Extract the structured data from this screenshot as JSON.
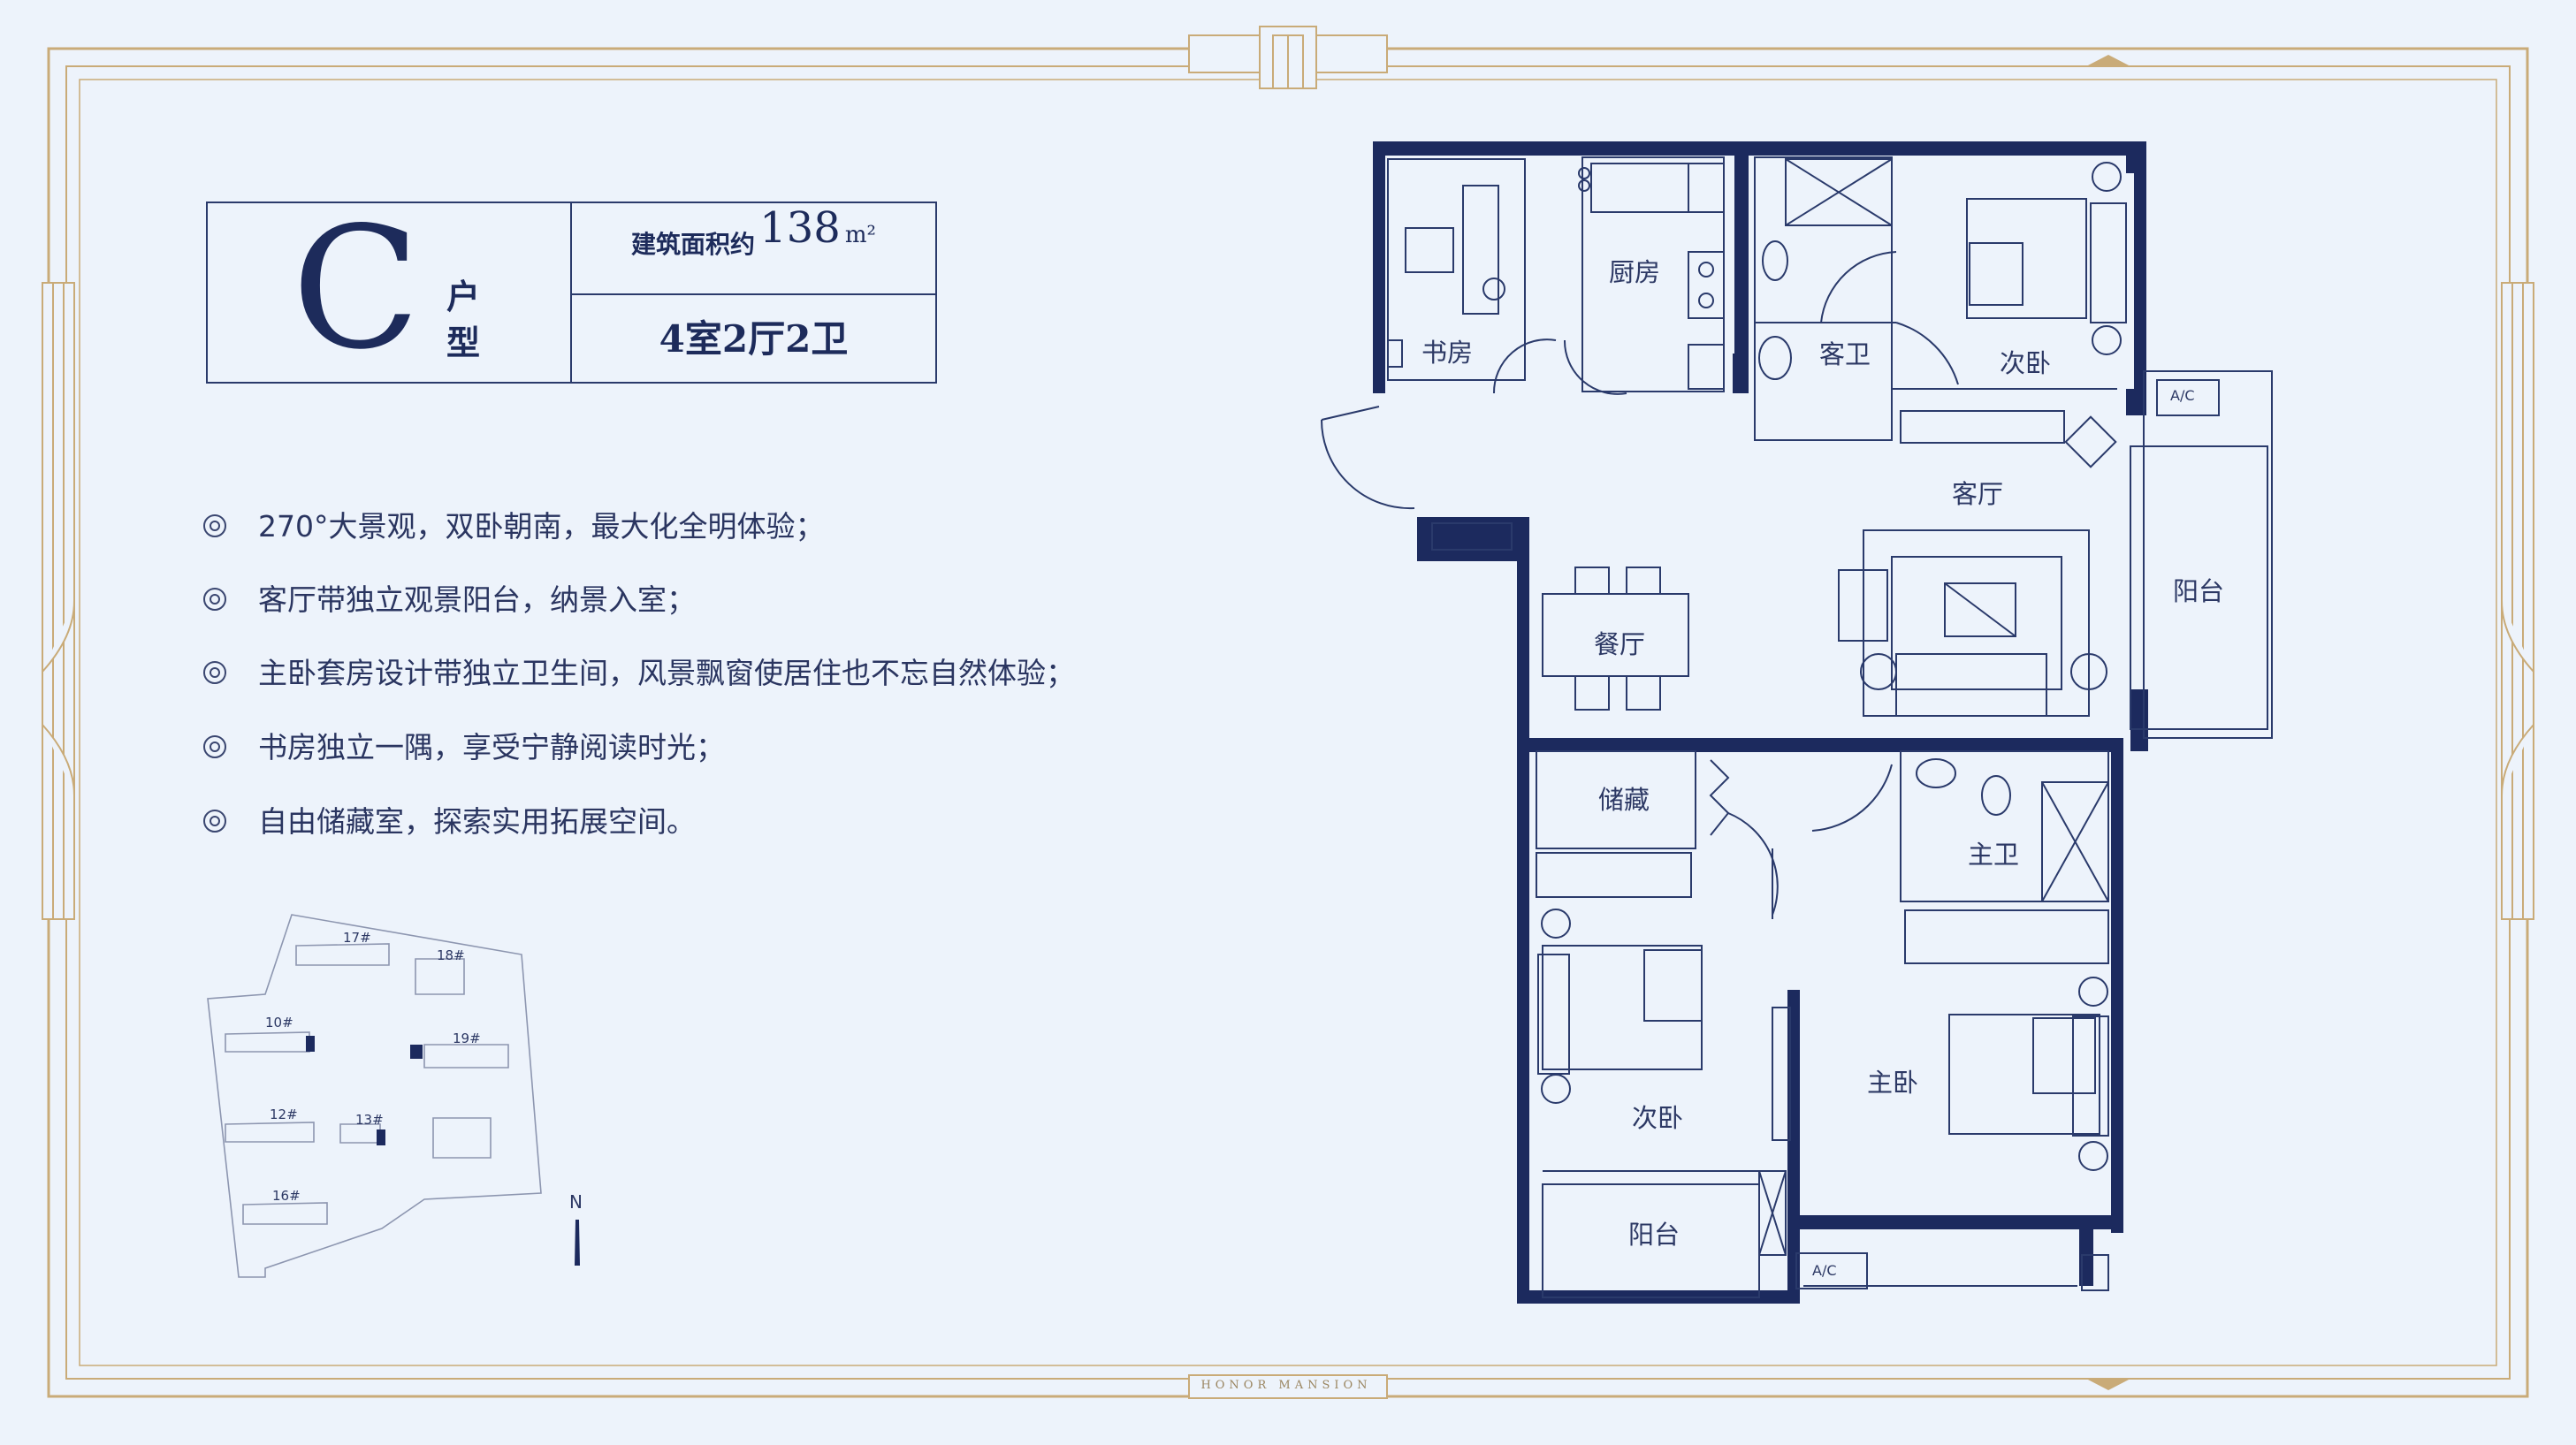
{
  "unit": {
    "letter": "C",
    "suffix": "户型",
    "area_label": "建筑面积约",
    "area_value": "138",
    "area_unit": "m²",
    "layout": "4室2厅2卫"
  },
  "features": [
    "270°大景观，双卧朝南，最大化全明体验；",
    "客厅带独立观景阳台，纳景入室；",
    "主卧套房设计带独立卫生间，风景飘窗使居住也不忘自然体验；",
    "书房独立一隅，享受宁静阅读时光；",
    "自由储藏室，探索实用拓展空间。"
  ],
  "rooms": {
    "study": "书房",
    "kitchen": "厨房",
    "guest_bath": "客卫",
    "second_bedroom_north": "次卧",
    "living_room": "客厅",
    "balcony_east": "阳台",
    "dining_room": "餐厅",
    "storage": "储藏",
    "master_bath": "主卫",
    "second_bedroom_south": "次卧",
    "master_bedroom": "主卧",
    "balcony_south": "阳台",
    "ac_label_1": "A/C",
    "ac_label_2": "A/C"
  },
  "site_plan": {
    "buildings": [
      "17#",
      "18#",
      "10#",
      "19#",
      "12#",
      "13#",
      "16#"
    ],
    "north": "N"
  },
  "brand": "HONOR MANSION",
  "colors": {
    "background": "#edf3fb",
    "wall": "#1c2a5e",
    "frame_gold": "#c9ab78",
    "text": "#1d2b5b"
  }
}
